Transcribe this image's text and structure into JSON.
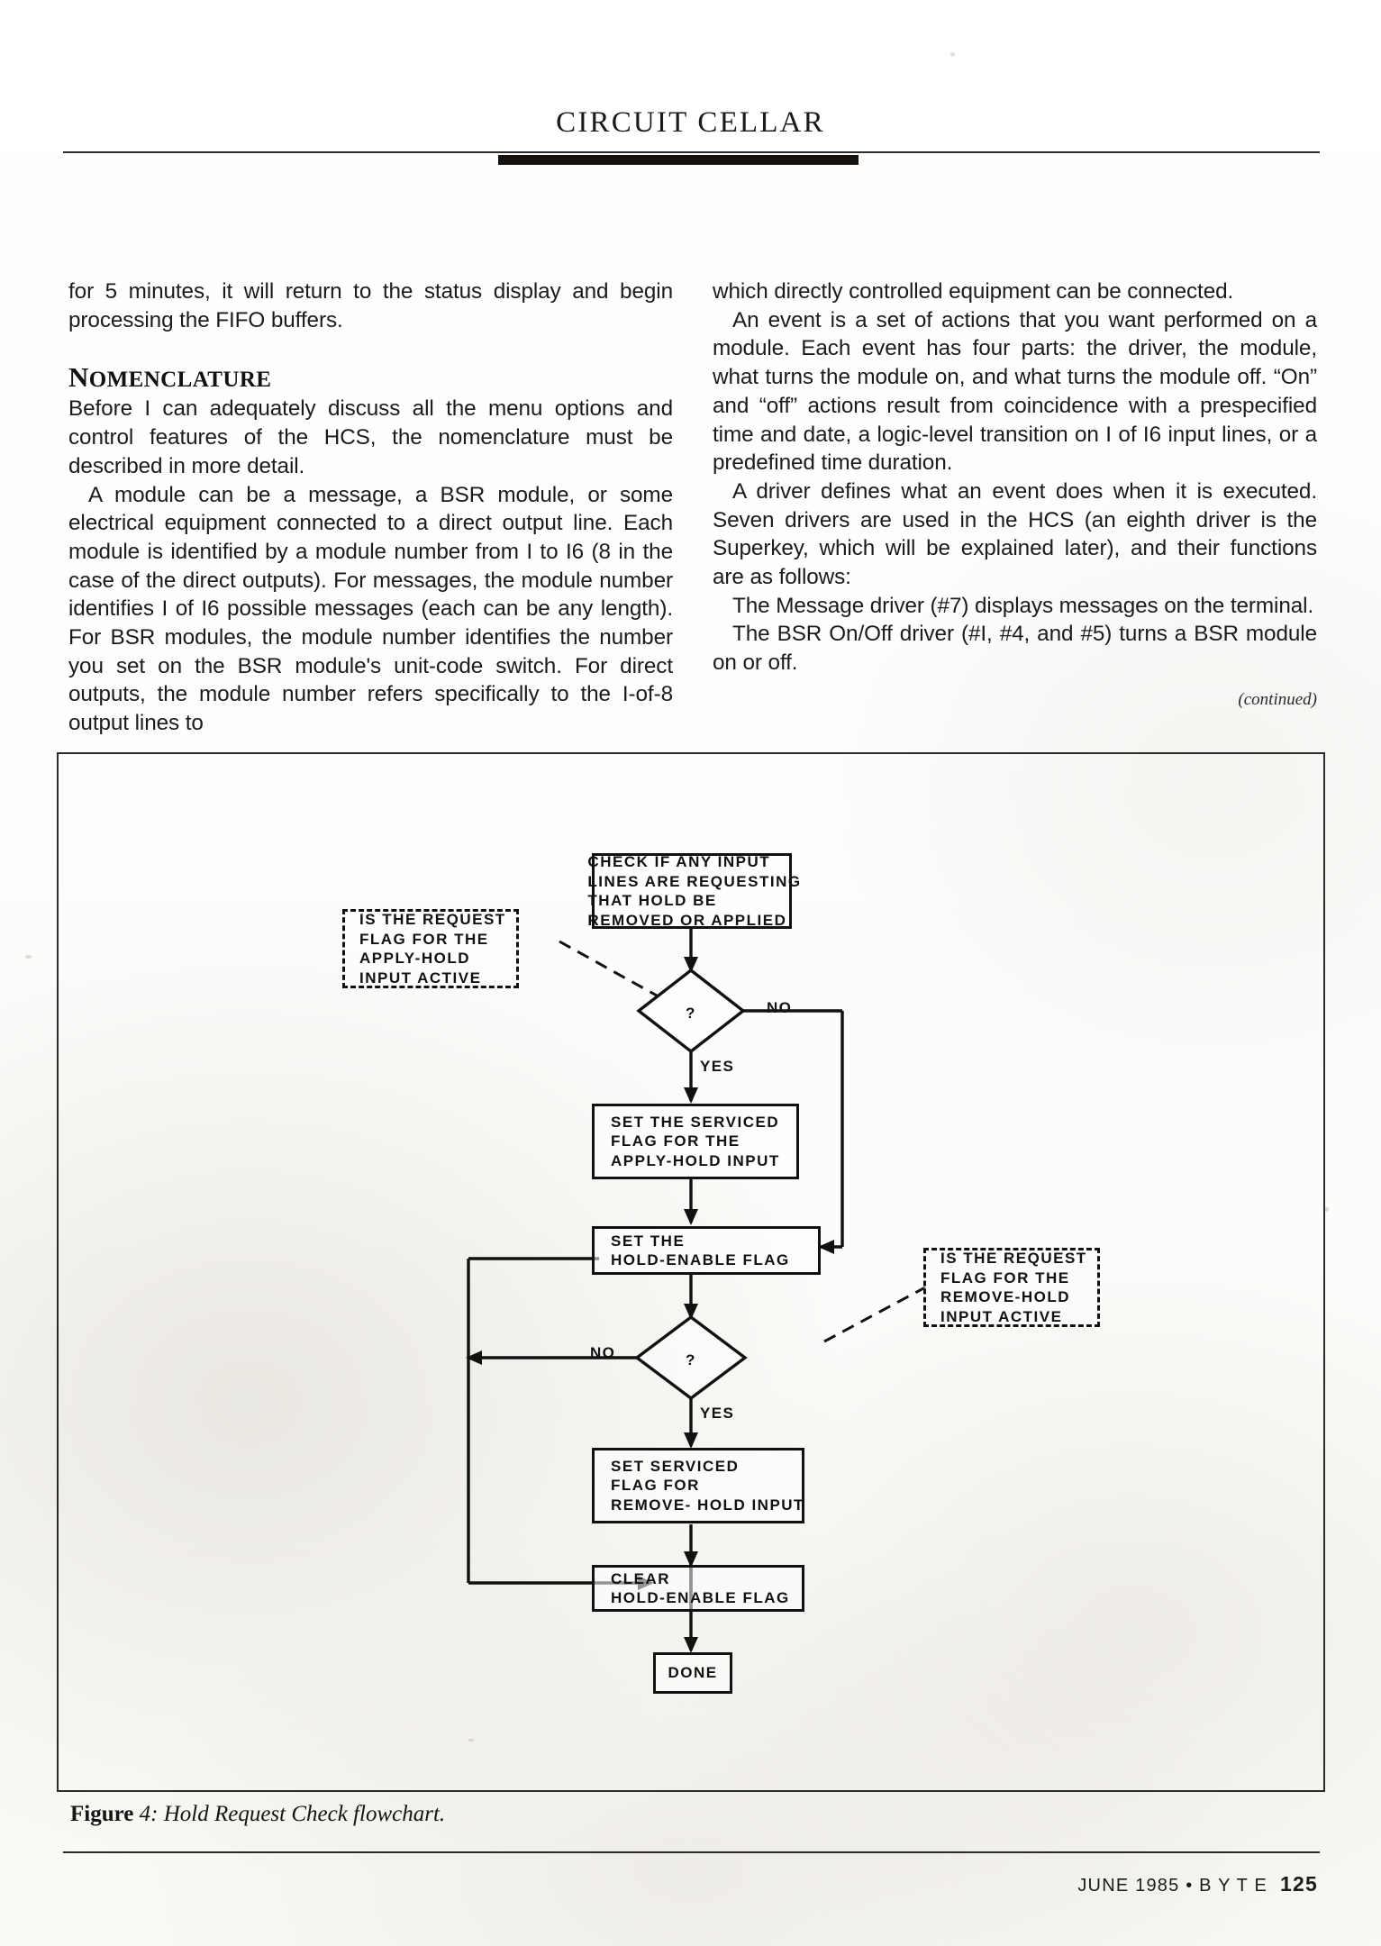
{
  "header": {
    "running_head": "CIRCUIT CELLAR"
  },
  "body": {
    "left_column": {
      "para_1": "for 5 minutes, it will return to the status display and begin processing the FIFO buffers.",
      "section_heading_first": "N",
      "section_heading_rest": "OMENCLATURE",
      "para_2": "Before I can adequately discuss all the menu options and control features of the HCS, the nomenclature must be described in more detail.",
      "para_3": "A module can be a message, a BSR module, or some electrical equipment connected to a direct output line. Each module is identified by a module number from I to I6 (8 in the case of the direct outputs). For messages, the module number identifies I of I6 possible messages (each can be any length). For BSR modules, the module number identifies the number you set on the BSR module's unit-code switch. For direct outputs, the module number refers specifically to the I-of-8 output lines to"
    },
    "right_column": {
      "para_1": "which directly controlled equipment can be connected.",
      "para_2": "An event is a set of actions that you want performed on a module. Each event has four parts: the driver, the module, what turns the module on, and what turns the module off. “On” and “off” actions result from coincidence with a prespecified time and date, a logic-level transition on I of I6 input lines, or a predefined time duration.",
      "para_3": "A driver defines what an event does when it is executed. Seven drivers are used in the HCS (an eighth driver is the Superkey, which will be explained later), and their functions are as follows:",
      "para_4": "The Message driver (#7) displays messages on the terminal.",
      "para_5": "The BSR On/Off driver (#I, #4, and #5) turns a BSR module on or off.",
      "continued_note": "(continued)"
    }
  },
  "figure": {
    "caption_label": "Figure",
    "caption_text": "4: Hold Request Check flowchart.",
    "flowchart": {
      "nodes": [
        {
          "id": "check-input-lines",
          "type": "process",
          "lines": [
            "CHECK IF ANY INPUT",
            "LINES ARE REQUESTING",
            "THAT HOLD BE",
            "REMOVED OR APPLIED"
          ]
        },
        {
          "id": "decision-apply-hold",
          "type": "decision",
          "lines": [
            "?"
          ],
          "branch_no": "NO",
          "branch_yes": "YES"
        },
        {
          "id": "set-serviced-apply-hold",
          "type": "process",
          "lines": [
            "SET THE SERVICED",
            "FLAG FOR THE",
            "APPLY-HOLD INPUT"
          ]
        },
        {
          "id": "set-hold-enable",
          "type": "process",
          "lines": [
            "SET THE",
            "HOLD-ENABLE FLAG"
          ]
        },
        {
          "id": "decision-remove-hold",
          "type": "decision",
          "lines": [
            "?"
          ],
          "branch_no": "NO",
          "branch_yes": "YES"
        },
        {
          "id": "set-serviced-remove-hold",
          "type": "process",
          "lines": [
            "SET SERVICED",
            "FLAG FOR",
            "REMOVE- HOLD INPUT"
          ]
        },
        {
          "id": "clear-hold-enable",
          "type": "process",
          "lines": [
            "CLEAR",
            "HOLD-ENABLE FLAG"
          ]
        },
        {
          "id": "done",
          "type": "terminal",
          "lines": [
            "DONE"
          ]
        }
      ],
      "annotations": [
        {
          "id": "annotation-apply-hold",
          "lines": [
            "IS THE REQUEST",
            "FLAG FOR THE",
            "APPLY-HOLD",
            "INPUT ACTIVE"
          ]
        },
        {
          "id": "annotation-remove-hold",
          "lines": [
            "IS THE REQUEST",
            "FLAG FOR THE",
            "REMOVE-HOLD",
            "INPUT ACTIVE"
          ]
        }
      ]
    }
  },
  "footer": {
    "issue": "JUNE 1985 • B Y T E",
    "page_number": "125"
  },
  "colors": {
    "ink": "#141414",
    "rule": "#2a2a2a",
    "paper": "#ffffff"
  }
}
